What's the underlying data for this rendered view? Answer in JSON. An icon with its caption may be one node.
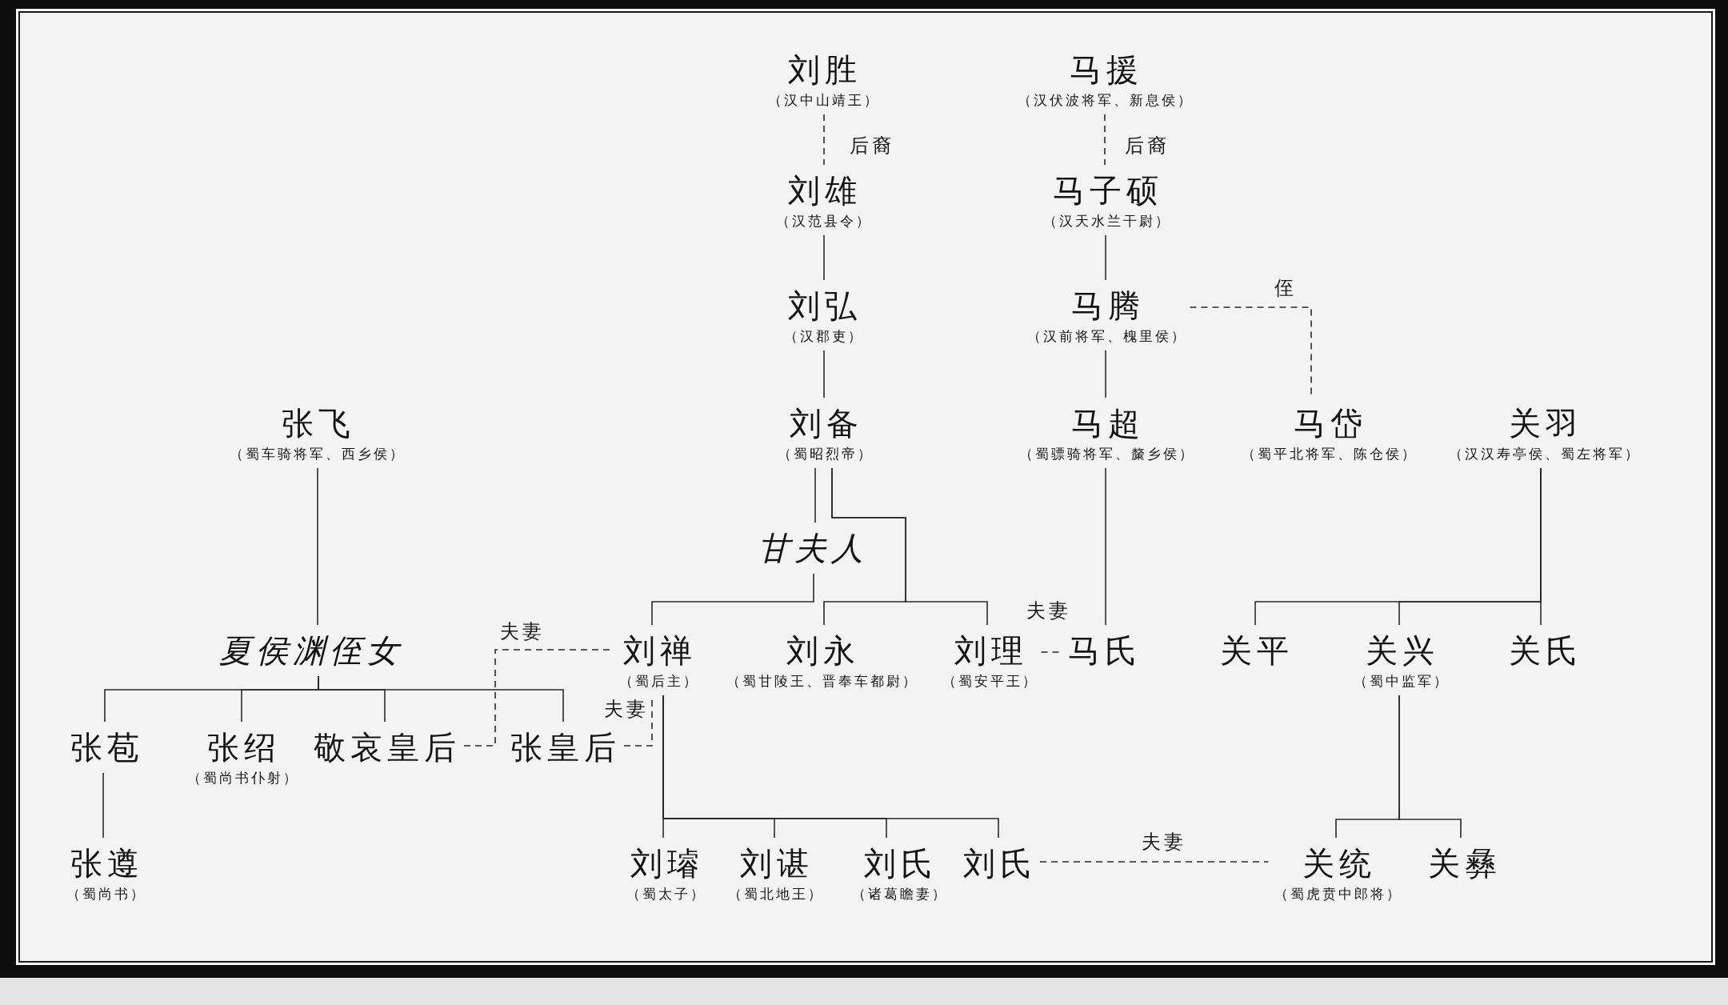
{
  "diagram": {
    "nodes": [
      {
        "text": [
          "刘胜",
          "（汉中山靖王）"
        ]
      },
      {
        "text": [
          "马援",
          "（汉伏波将军、新息侯）"
        ]
      },
      {
        "text": [
          "刘雄",
          "（汉范县令）"
        ]
      },
      {
        "text": [
          "马子硕",
          "（汉天水兰干尉）"
        ]
      },
      {
        "text": [
          "刘弘",
          "（汉郡吏）"
        ]
      },
      {
        "text": [
          "马腾",
          "（汉前将军、槐里侯）"
        ]
      },
      {
        "text": [
          "张飞",
          "（蜀车骑将军、西乡侯）"
        ]
      },
      {
        "text": [
          "刘备",
          "（蜀昭烈帝）"
        ]
      },
      {
        "text": [
          "马超",
          "（蜀骠骑将军、斄乡侯）"
        ]
      },
      {
        "text": [
          "马岱",
          "（蜀平北将军、陈仓侯）"
        ]
      },
      {
        "text": [
          "关羽",
          "（汉汉寿亭侯、蜀左将军）"
        ]
      },
      {
        "text": [
          "甘夫人"
        ]
      },
      {
        "text": [
          "夏侯渊侄女"
        ]
      },
      {
        "text": [
          "刘禅",
          "（蜀后主）"
        ]
      },
      {
        "text": [
          "刘永",
          "（蜀甘陵王、晋奉车都尉）"
        ]
      },
      {
        "text": [
          "刘理",
          "（蜀安平王）"
        ]
      },
      {
        "text": [
          "马氏"
        ]
      },
      {
        "text": [
          "关平"
        ]
      },
      {
        "text": [
          "关兴",
          "（蜀中监军）"
        ]
      },
      {
        "text": [
          "关氏"
        ]
      },
      {
        "text": [
          "张苞"
        ]
      },
      {
        "text": [
          "张绍",
          "（蜀尚书仆射）"
        ]
      },
      {
        "text": [
          "敬哀皇后"
        ]
      },
      {
        "text": [
          "张皇后"
        ]
      },
      {
        "text": [
          "张遵",
          "（蜀尚书）"
        ]
      },
      {
        "text": [
          "刘璿",
          "（蜀太子）"
        ]
      },
      {
        "text": [
          "刘谌",
          "（蜀北地王）"
        ]
      },
      {
        "text": [
          "刘氏",
          "（诸葛瞻妻）"
        ]
      },
      {
        "text": [
          "刘氏"
        ]
      },
      {
        "text": [
          "关统",
          "（蜀虎贲中郎将）"
        ]
      },
      {
        "text": [
          "关彝"
        ]
      }
    ],
    "edges": [
      {
        "from": 0,
        "to": 2,
        "arrow": "none",
        "style": "dashed",
        "label": "后裔"
      },
      {
        "from": 1,
        "to": 3,
        "arrow": "none",
        "style": "dashed",
        "label": "后裔"
      },
      {
        "from": 2,
        "to": 4,
        "arrow": "none"
      },
      {
        "from": 3,
        "to": 5,
        "arrow": "none"
      },
      {
        "from": 4,
        "to": 7,
        "arrow": "none"
      },
      {
        "from": 5,
        "to": 8,
        "arrow": "none"
      },
      {
        "from": 5,
        "to": 9,
        "arrow": "none",
        "style": "dashed",
        "label": "侄"
      },
      {
        "from": 6,
        "to": 12,
        "arrow": "none"
      },
      {
        "from": 7,
        "to": 11,
        "arrow": "none"
      },
      {
        "from": 7,
        "to": 14,
        "arrow": "none"
      },
      {
        "from": 7,
        "to": 15,
        "arrow": "none"
      },
      {
        "from": 11,
        "to": 13,
        "arrow": "none"
      },
      {
        "from": 8,
        "to": 16,
        "arrow": "none"
      },
      {
        "from": 15,
        "to": 16,
        "arrow": "none",
        "style": "dashed",
        "label": "夫妻"
      },
      {
        "from": 10,
        "to": 17,
        "arrow": "none"
      },
      {
        "from": 10,
        "to": 18,
        "arrow": "none"
      },
      {
        "from": 10,
        "to": 19,
        "arrow": "none"
      },
      {
        "from": 12,
        "to": 20,
        "arrow": "none"
      },
      {
        "from": 12,
        "to": 21,
        "arrow": "none"
      },
      {
        "from": 12,
        "to": 22,
        "arrow": "none"
      },
      {
        "from": 12,
        "to": 23,
        "arrow": "none"
      },
      {
        "from": 22,
        "to": 13,
        "arrow": "none",
        "style": "dashed",
        "label": "夫妻"
      },
      {
        "from": 23,
        "to": 13,
        "arrow": "none",
        "style": "dashed",
        "label": "夫妻"
      },
      {
        "from": 20,
        "to": 24,
        "arrow": "none"
      },
      {
        "from": 13,
        "to": 25,
        "arrow": "none"
      },
      {
        "from": 13,
        "to": 26,
        "arrow": "none"
      },
      {
        "from": 13,
        "to": 27,
        "arrow": "none"
      },
      {
        "from": 13,
        "to": 28,
        "arrow": "none"
      },
      {
        "from": 18,
        "to": 29,
        "arrow": "none"
      },
      {
        "from": 18,
        "to": 30,
        "arrow": "none"
      },
      {
        "from": 28,
        "to": 29,
        "arrow": "none",
        "style": "dashed",
        "label": "夫妻"
      }
    ]
  }
}
